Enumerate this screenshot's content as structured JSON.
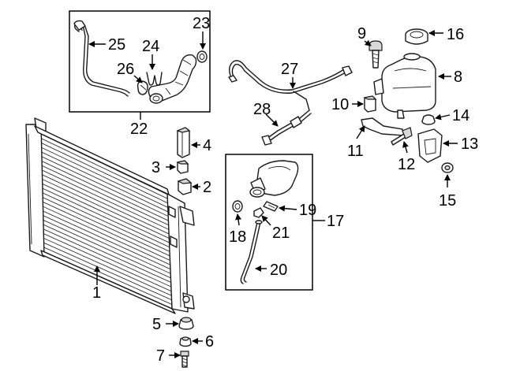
{
  "callouts": {
    "c1": "1",
    "c2": "2",
    "c3": "3",
    "c4": "4",
    "c5": "5",
    "c6": "6",
    "c7": "7",
    "c8": "8",
    "c9": "9",
    "c10": "10",
    "c11": "11",
    "c12": "12",
    "c13": "13",
    "c14": "14",
    "c15": "15",
    "c16": "16",
    "c17": "17",
    "c18": "18",
    "c19": "19",
    "c20": "20",
    "c21": "21",
    "c22": "22",
    "c23": "23",
    "c24": "24",
    "c25": "25",
    "c26": "26",
    "c27": "27",
    "c28": "28"
  },
  "colors": {
    "line": "#1a1a1a",
    "background": "#ffffff",
    "shade": "#d9d9d9"
  }
}
